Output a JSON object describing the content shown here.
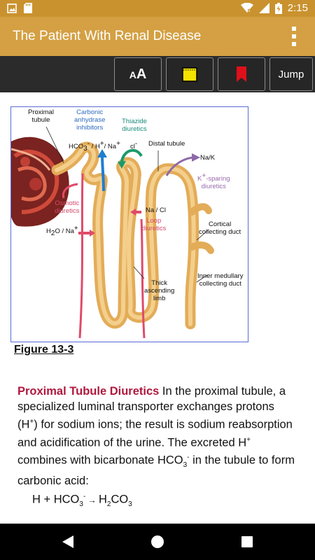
{
  "status_bar": {
    "time": "2:15",
    "icons": [
      "image-icon",
      "sd-card-icon",
      "wifi-icon",
      "signal-icon",
      "battery-icon"
    ]
  },
  "app_bar": {
    "title": "The Patient With Renal Disease",
    "menu_icon": "overflow-menu-icon"
  },
  "toolbar": {
    "font_size_label": "AA",
    "note_icon": "yellow-note-icon",
    "bookmark_icon": "red-bookmark-icon",
    "jump_label": "Jump"
  },
  "figure": {
    "labels": {
      "proximal_tubule": "Proximal\ntubule",
      "carbonic_anhydrase": "Carbonic\nanhydrase\ninhibitors",
      "thiazide": "Thiazide\ndiuretics",
      "hco3_h_na": "HCO3- / H+/ Na+",
      "cl": "cl-",
      "distal_tubule": "Distal tubule",
      "na_k": "Na/K",
      "k_sparing": "K+-sparing\ndiuretics",
      "osmotic": "Osmotic\ndiuretics",
      "h2o_na": "H2O / Na+",
      "na_cl": "Na / Cl",
      "loop": "Loop\ndiuretics",
      "cortical": "Cortical\ncollecting duct",
      "inner_medullary": "Inner medullary\ncollecting duct",
      "thick_ascending": "Thick\nascending\nlimb"
    },
    "caption": "Figure 13-3"
  },
  "body": {
    "heading": "Proximal Tubule Diuretics",
    "text_1": " In the proximal tubule, a specialized luminal transporter exchanges protons (H",
    "text_2": "+",
    "text_3": ") for sodium ions; the result is sodium reabsorption and acidification of the urine. The excreted H",
    "text_4": "+",
    "text_5": " combines with bicarbonate HCO",
    "text_6": "3",
    "text_7": "-",
    "text_8": " in the tubule to form carbonic acid:",
    "equation": {
      "lhs": "H + HCO",
      "sub1": "3",
      "sup1": "-",
      "arrow": " → ",
      "rhs": "H",
      "sub2": "2",
      "rhs2": "CO",
      "sub3": "3"
    }
  },
  "nav_bar": {
    "back_icon": "back-triangle-icon",
    "home_icon": "home-circle-icon",
    "recents_icon": "recents-square-icon"
  },
  "colors": {
    "app_bar": "#d4a043",
    "status_bar": "#c9922e",
    "toolbar": "#2b2b2b",
    "highlight": "#b0183d",
    "figure_border": "#5a6bd6"
  }
}
